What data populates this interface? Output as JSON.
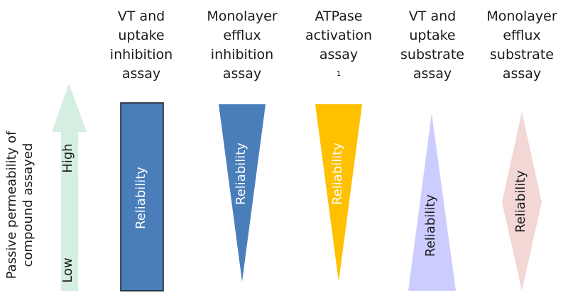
{
  "columns": [
    {
      "lines": [
        "VT and",
        "uptake",
        "inhibition",
        "assay"
      ],
      "shape_label": "Reliability"
    },
    {
      "lines": [
        "Monolayer",
        "efflux",
        "inhibition",
        "assay"
      ],
      "shape_label": "Reliability"
    },
    {
      "lines": [
        "ATPase",
        "activation",
        "assay"
      ],
      "superscript": "1",
      "shape_label": "Reliability"
    },
    {
      "lines": [
        "VT and",
        "uptake",
        "substrate",
        "assay"
      ],
      "shape_label": "Reliability"
    },
    {
      "lines": [
        "Monolayer",
        "efflux",
        "substrate",
        "assay"
      ],
      "shape_label": "Reliability"
    }
  ],
  "axis": {
    "title_line1": "Passive permeability of",
    "title_line2": "compound assayed",
    "high": "High",
    "low": "Low"
  },
  "colors": {
    "arrow": "#d4eee1",
    "rect": "#4a7ebb",
    "rect_border": "#1a1a1a",
    "triangle_blue": "#4a7ebb",
    "triangle_gold": "#ffc000",
    "triangle_lilac": "#ccccff",
    "diamond_pink": "#f2d7d5"
  }
}
